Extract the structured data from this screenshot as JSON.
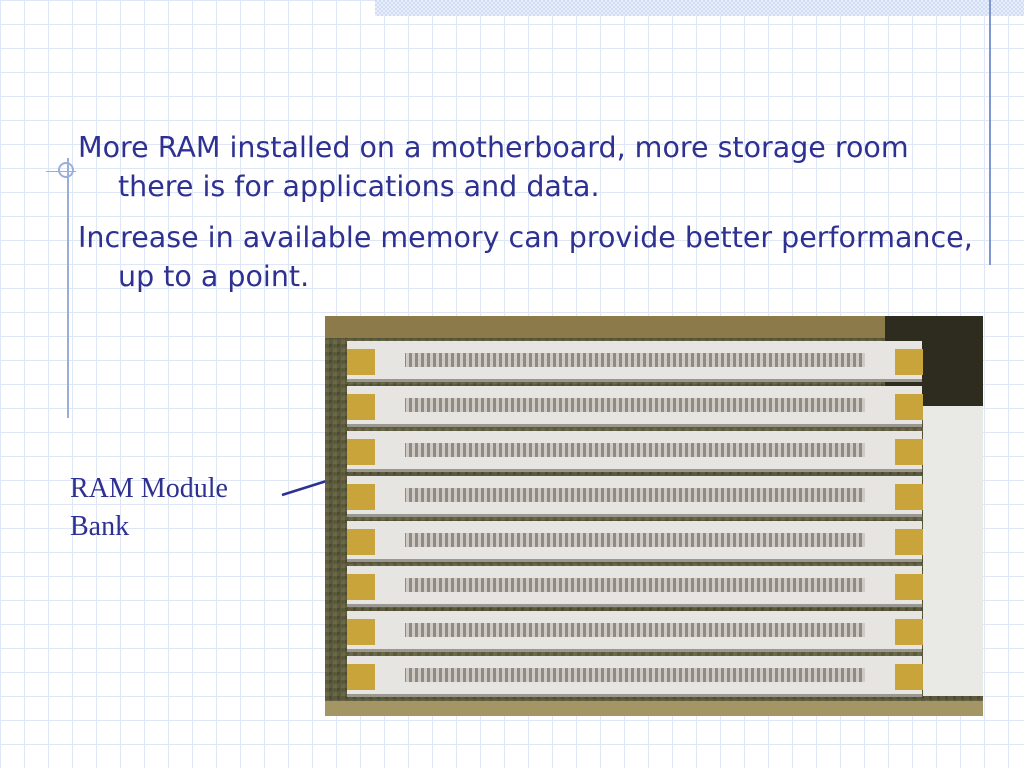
{
  "slide": {
    "bullets": [
      "More RAM installed on a motherboard, more storage room there is for applications and data.",
      "Increase in available memory can provide better performance, up to a point."
    ],
    "caption": {
      "line1": "RAM Module",
      "line2": "Bank"
    }
  },
  "colors": {
    "text": "#2e3192",
    "accent_line": "#7f95cf",
    "grid": "#dfe6f5"
  }
}
